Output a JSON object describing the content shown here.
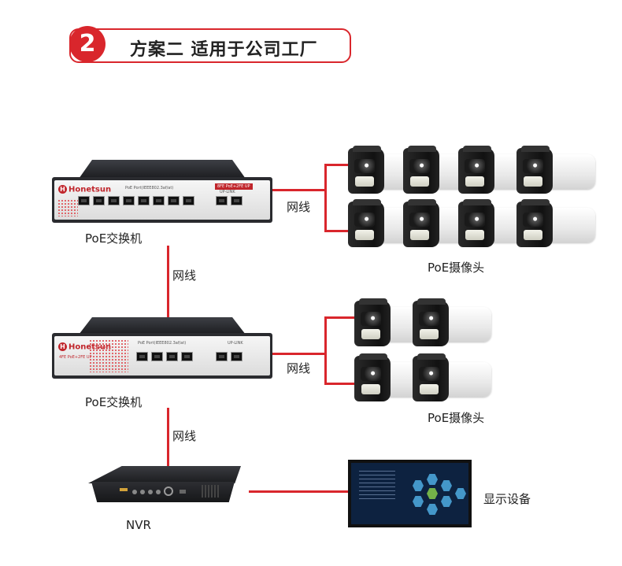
{
  "header": {
    "number": "2",
    "title": "方案二 适用于公司工厂"
  },
  "devices": {
    "switch1_label": "PoE交换机",
    "switch2_label": "PoE交换机",
    "nvr_label": "NVR",
    "display_label": "显示设备",
    "cameras1_label": "PoE摄像头",
    "cameras2_label": "PoE摄像头"
  },
  "cables": {
    "cable_right1": "网线",
    "cable_mid": "网线",
    "cable_right2": "网线",
    "cable_bottom": "网线"
  },
  "switch_panel": {
    "brand": "Honetsun",
    "port_group_label": "PoE Port(IEEE802.3af/at)",
    "uplink_label": "UP-LINK",
    "badge1": "8FE PoE+2FE UP",
    "badge2": "4FE PoE+2FE UP"
  },
  "colors": {
    "accent": "#d9262c",
    "text": "#222222"
  },
  "icons": {
    "camera": "bullet-camera-icon",
    "switch": "poe-switch-icon",
    "nvr": "nvr-recorder-icon",
    "display": "monitor-icon"
  }
}
